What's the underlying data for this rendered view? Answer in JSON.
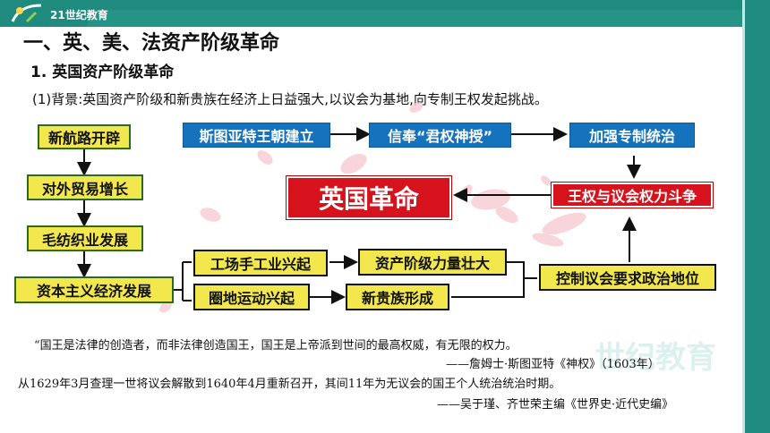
{
  "header": {
    "logo_text": "21世纪教育",
    "title": "一、英、美、法资产阶级革命"
  },
  "section": {
    "subtitle": "1. 英国资产阶级革命",
    "background": "(1)背景:英国资产阶级和新贵族在经济上日益强大,以议会为基地,向专制王权发起挑战。"
  },
  "diagram": {
    "left_chain": [
      "新航路开辟",
      "对外贸易增长",
      "毛纺织业发展",
      "资本主义经济发展"
    ],
    "top_chain": [
      "斯图亚特王朝建立",
      "信奉“君权神授”",
      "加强专制统治"
    ],
    "struggle": "王权与议会权力斗争",
    "center": "英国革命",
    "branch1": [
      "工场手工业兴起",
      "资产阶级力量壮大"
    ],
    "branch2": [
      "圈地运动兴起",
      "新贵族形成"
    ],
    "parliament": "控制议会要求政治地位"
  },
  "quotes": {
    "q1": "“国王是法律的创造者，而非法律创造国王，国王是上帝派到世间的最高权威，有无限的权力。",
    "q1_source": "——詹姆士·斯图亚特《神权》（1603年）",
    "q2": "从1629年3月查理一世将议会解散到1640年4月重新召开，其间11年为无议会的国王个人统治统治时期。",
    "q2_source": "——吴于瑾、齐世荣主编《世界史·近代史编》"
  },
  "watermark": "世纪教育",
  "colors": {
    "teal": "#1f8a7e",
    "yellow_box": "#f2e84e",
    "blue_box": "#1573be",
    "red_box": "#d6131d"
  }
}
